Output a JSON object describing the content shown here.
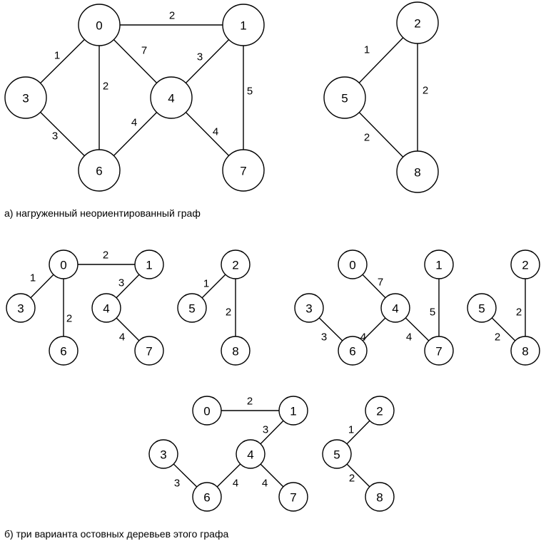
{
  "captions": {
    "a": "а) нагруженный неориентированный граф",
    "b": "б) три варианта остовных деревьев этого графа"
  },
  "graphs": [
    {
      "id": "weighted-graph",
      "nodes": [
        "0",
        "1",
        "3",
        "4",
        "6",
        "7",
        "2",
        "5",
        "8"
      ],
      "edges": [
        {
          "from": "0",
          "to": "1",
          "weight": "2"
        },
        {
          "from": "0",
          "to": "3",
          "weight": "1"
        },
        {
          "from": "0",
          "to": "6",
          "weight": "2"
        },
        {
          "from": "0",
          "to": "4",
          "weight": "7"
        },
        {
          "from": "1",
          "to": "4",
          "weight": "3"
        },
        {
          "from": "1",
          "to": "7",
          "weight": "5"
        },
        {
          "from": "3",
          "to": "6",
          "weight": "3"
        },
        {
          "from": "4",
          "to": "6",
          "weight": "4"
        },
        {
          "from": "4",
          "to": "7",
          "weight": "4"
        },
        {
          "from": "2",
          "to": "5",
          "weight": "1"
        },
        {
          "from": "2",
          "to": "8",
          "weight": "2"
        },
        {
          "from": "5",
          "to": "8",
          "weight": "2"
        }
      ]
    },
    {
      "id": "spanning-tree-1",
      "nodes": [
        "0",
        "1",
        "3",
        "4",
        "6",
        "7",
        "2",
        "5",
        "8"
      ],
      "edges": [
        {
          "from": "0",
          "to": "1",
          "weight": "2"
        },
        {
          "from": "0",
          "to": "3",
          "weight": "1"
        },
        {
          "from": "0",
          "to": "6",
          "weight": "2"
        },
        {
          "from": "1",
          "to": "4",
          "weight": "3"
        },
        {
          "from": "4",
          "to": "7",
          "weight": "4"
        },
        {
          "from": "2",
          "to": "5",
          "weight": "1"
        },
        {
          "from": "2",
          "to": "8",
          "weight": "2"
        }
      ]
    },
    {
      "id": "spanning-tree-2",
      "nodes": [
        "0",
        "1",
        "3",
        "4",
        "6",
        "7",
        "5",
        "2",
        "8"
      ],
      "edges": [
        {
          "from": "0",
          "to": "4",
          "weight": "7"
        },
        {
          "from": "1",
          "to": "7",
          "weight": "5"
        },
        {
          "from": "3",
          "to": "6",
          "weight": "3"
        },
        {
          "from": "4",
          "to": "6",
          "weight": "4"
        },
        {
          "from": "4",
          "to": "7",
          "weight": "4"
        },
        {
          "from": "2",
          "to": "8",
          "weight": "2"
        },
        {
          "from": "5",
          "to": "8",
          "weight": "2"
        }
      ]
    },
    {
      "id": "spanning-tree-3",
      "nodes": [
        "0",
        "1",
        "3",
        "4",
        "6",
        "7",
        "2",
        "5",
        "8"
      ],
      "edges": [
        {
          "from": "0",
          "to": "1",
          "weight": "2"
        },
        {
          "from": "1",
          "to": "4",
          "weight": "3"
        },
        {
          "from": "3",
          "to": "6",
          "weight": "3"
        },
        {
          "from": "4",
          "to": "6",
          "weight": "4"
        },
        {
          "from": "4",
          "to": "7",
          "weight": "4"
        },
        {
          "from": "2",
          "to": "5",
          "weight": "1"
        },
        {
          "from": "5",
          "to": "8",
          "weight": "2"
        }
      ]
    }
  ]
}
